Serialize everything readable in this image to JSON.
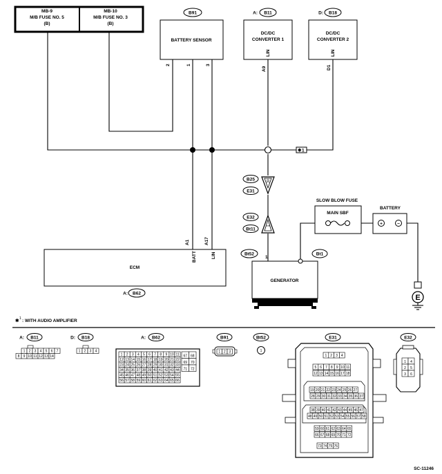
{
  "fuses": [
    {
      "id": "MB-9",
      "name": "M/B FUSE NO. 5",
      "sub": "(B)"
    },
    {
      "id": "MB-10",
      "name": "M/B FUSE NO. 3",
      "sub": "(B)"
    }
  ],
  "components": {
    "battery_sensor": {
      "label": "BATTERY SENSOR",
      "tag": "B91",
      "pins": [
        "2",
        "1",
        "3"
      ]
    },
    "dcdc1": {
      "label1": "DC/DC",
      "label2": "CONVERTER 1",
      "tag_prefix": "A:",
      "tag": "B11",
      "pin_name": "LIN",
      "pin": "A9"
    },
    "dcdc2": {
      "label1": "DC/DC",
      "label2": "CONVERTER 2",
      "tag_prefix": "D:",
      "tag": "B18",
      "pin_name": "LIN",
      "pin": "D1"
    },
    "ecm": {
      "label": "ECM",
      "tag_prefix": "A:",
      "tag": "B62",
      "pins": [
        {
          "num": "A1",
          "name": "BATT"
        },
        {
          "num": "A17",
          "name": "LIN"
        }
      ]
    },
    "generator": {
      "label": "GENERATOR",
      "pin": "1",
      "tag_pin": "Bt52",
      "tag_body": "Bt1"
    },
    "slow_blow": {
      "title": "SLOW BLOW FUSE",
      "label": "MAIN SBF"
    },
    "battery": {
      "title": "BATTERY",
      "plus": "+",
      "minus": "−"
    },
    "ground": {
      "label": "E"
    }
  },
  "connectors_inline": {
    "top": {
      "a": "B25",
      "b": "E31",
      "pin": "30"
    },
    "bottom": {
      "a": "E32",
      "b": "Bt11",
      "pin": "1"
    }
  },
  "note": {
    "mark": "1",
    "text": ": WITH AUDIO AMPLIFIER"
  },
  "connector_views": [
    {
      "prefix": "A:",
      "tag": "B11",
      "rows": [
        [
          "1",
          "2",
          "3",
          "4",
          "5",
          "6",
          "7"
        ],
        [
          "8",
          "9",
          "10",
          "11",
          "12",
          "13",
          "14"
        ]
      ]
    },
    {
      "prefix": "D:",
      "tag": "B18",
      "rows": [
        [
          "1",
          "2",
          "3",
          "4"
        ]
      ]
    },
    {
      "prefix": "A:",
      "tag": "B62",
      "rows": [
        [
          "1",
          "2",
          "3",
          "4",
          "5",
          "6",
          "7",
          "8",
          "9",
          "10",
          "11"
        ],
        [
          "12",
          "13",
          "14",
          "15",
          "16",
          "17",
          "18",
          "19",
          "20",
          "21",
          "22"
        ],
        [
          "23",
          "24",
          "25",
          "26",
          "27",
          "28",
          "29",
          "30",
          "31",
          "32",
          "33"
        ],
        [
          "34",
          "35",
          "36",
          "37",
          "38",
          "39",
          "40",
          "41",
          "42",
          "43",
          "44"
        ],
        [
          "45",
          "46",
          "47",
          "48",
          "49",
          "50",
          "51",
          "52",
          "53",
          "54",
          "55"
        ],
        [
          "56",
          "57",
          "58",
          "59",
          "60",
          "61",
          "62",
          "63",
          "64",
          "65",
          "66"
        ]
      ],
      "side": [
        [
          "67",
          "68"
        ],
        [
          "69",
          "70"
        ],
        [
          "71",
          "72"
        ]
      ]
    },
    {
      "prefix": "",
      "tag": "B91",
      "rows": [
        [
          "1",
          "2",
          "3"
        ]
      ]
    },
    {
      "prefix": "",
      "tag": "Bt52",
      "rows": [
        [
          "1"
        ]
      ]
    },
    {
      "prefix": "",
      "tag": "E31",
      "rows": [
        [
          "1",
          "2",
          "3",
          "4"
        ],
        [
          "5",
          "6",
          "7",
          "8",
          "9",
          "10",
          "11"
        ],
        [
          "12",
          "13",
          "14",
          "15",
          "16",
          "17",
          "18"
        ],
        [
          "19",
          "20",
          "21",
          "22",
          "23",
          "24",
          "25",
          "26",
          "27"
        ],
        [
          "28",
          "29",
          "30",
          "31",
          "32",
          "33",
          "34",
          "35",
          "36",
          "37"
        ],
        [
          "38",
          "39",
          "40",
          "41",
          "42",
          "43",
          "44",
          "45",
          "46",
          "47"
        ],
        [
          "48",
          "49",
          "50",
          "51",
          "52",
          "53",
          "54",
          "55",
          "56",
          "57",
          "58"
        ],
        [
          "59",
          "60",
          "61",
          "62",
          "63",
          "64",
          "65"
        ],
        [
          "66",
          "67",
          "68",
          "69",
          "70",
          "71",
          "72"
        ],
        [
          "73",
          "74",
          "75",
          "76"
        ]
      ]
    },
    {
      "prefix": "",
      "tag": "E32",
      "rows": [
        [
          "1",
          "4"
        ],
        [
          "2",
          "5"
        ],
        [
          "3",
          "6"
        ]
      ]
    }
  ],
  "diagram_code": "SC-11246"
}
